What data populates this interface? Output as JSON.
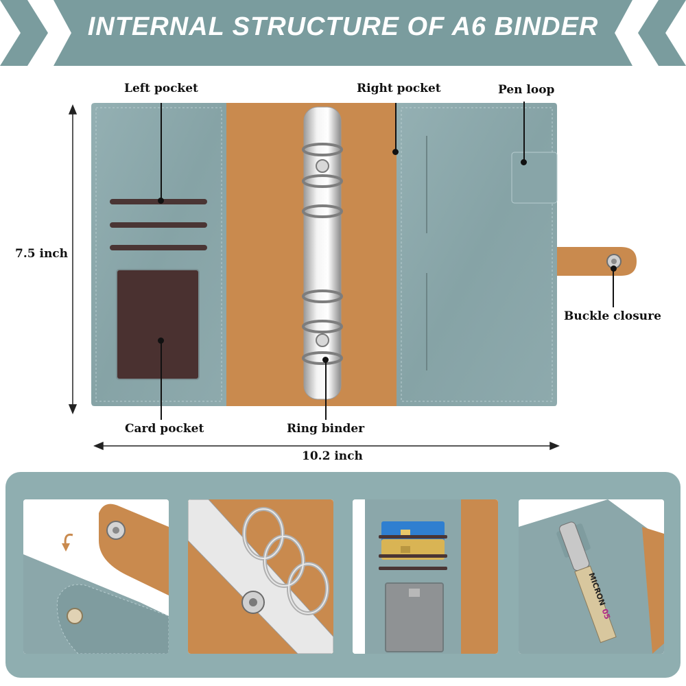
{
  "title": "INTERNAL STRUCTURE OF A6 BINDER",
  "labels": {
    "left_pocket": "Left pocket",
    "right_pocket": "Right pocket",
    "pen_loop": "Pen loop",
    "buckle_closure": "Buckle closure",
    "card_pocket": "Card pocket",
    "ring_binder": "Ring binder"
  },
  "dimensions": {
    "height": "7.5 inch",
    "width": "10.2 inch"
  },
  "pen_text": {
    "brand": "MICRON",
    "size": "05"
  },
  "colors": {
    "banner": "#7a9c9e",
    "leather": "#8fabae",
    "leather_dark": "#7b9799",
    "tan": "#c98a4e",
    "slot": "#4a3534",
    "panel": "#8faeb0"
  }
}
